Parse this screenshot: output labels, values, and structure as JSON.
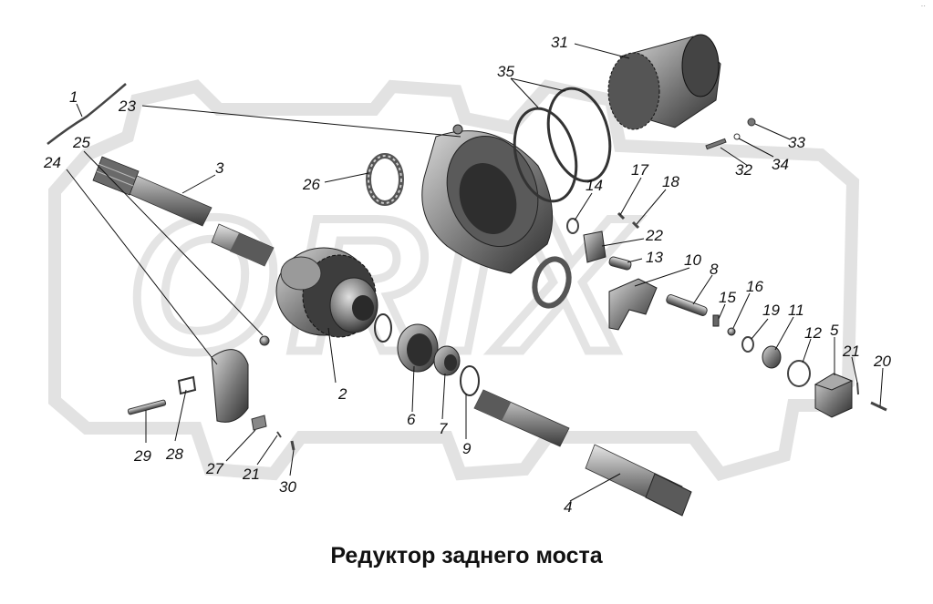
{
  "caption": "Редуктор заднего моста",
  "corner_mark": "··",
  "watermark": "ORIX",
  "colors": {
    "part_dark": "#3c3c3c",
    "part_mid": "#8a8a8a",
    "part_light": "#c8c8c8",
    "watermark": "#e4e4e4",
    "ink": "#111111"
  },
  "callouts": {
    "c1": "1",
    "c2": "2",
    "c3": "3",
    "c4": "4",
    "c5": "5",
    "c6": "6",
    "c7": "7",
    "c8": "8",
    "c9": "9",
    "c10": "10",
    "c11": "11",
    "c12": "12",
    "c13": "13",
    "c14": "14",
    "c15": "15",
    "c16": "16",
    "c17": "17",
    "c18": "18",
    "c19": "19",
    "c20": "20",
    "c21a": "21",
    "c21b": "21",
    "c22": "22",
    "c23": "23",
    "c24": "24",
    "c25": "25",
    "c26": "26",
    "c27": "27",
    "c28": "28",
    "c29": "29",
    "c30": "30",
    "c31": "31",
    "c32": "32",
    "c33": "33",
    "c34": "34",
    "c35": "35"
  }
}
